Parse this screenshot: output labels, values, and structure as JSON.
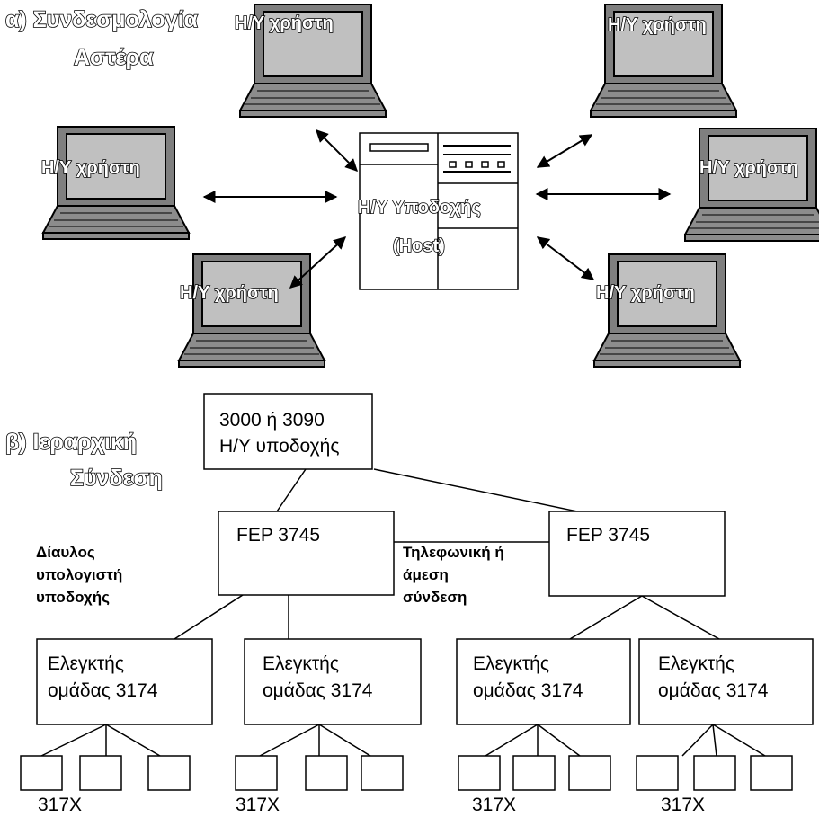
{
  "star": {
    "title_line1": "α) Συνδεσμολογία",
    "title_line2": "Αστέρα",
    "host_label_line1": "Η/Υ Υποδοχής",
    "host_label_line2": "(Host)",
    "user_pc_label": "Η/Υ χρήστη"
  },
  "hierarchy": {
    "title_line1": "β) Ιεραρχική",
    "title_line2": "Σύνδεση",
    "mainframe_line1": "3000 ή 3090",
    "mainframe_line2": "Η/Υ υποδοχής",
    "fep_label": "FEP 3745",
    "channel_label_line1": "Δίαυλος",
    "channel_label_line2": "υπολογιστή",
    "channel_label_line3": "υποδοχής",
    "phone_label_line1": "Τηλεφωνική ή",
    "phone_label_line2": "άμεση",
    "phone_label_line3": "σύνδεση",
    "controller_line1": "Ελεγκτής",
    "controller_line2": "ομάδας 3174",
    "terminal_label": "317X"
  }
}
